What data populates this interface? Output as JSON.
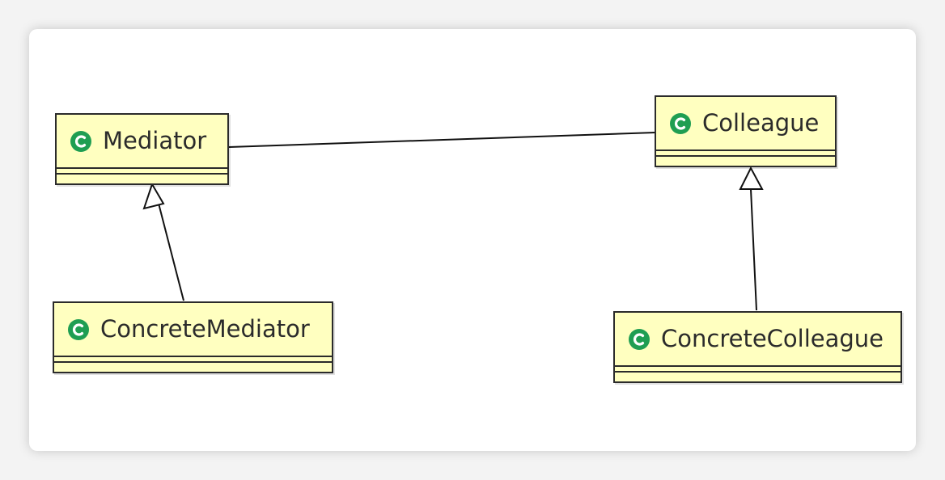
{
  "diagram": {
    "colors": {
      "class_fill": "#ffffc0",
      "class_border": "#2b2b2b",
      "icon_fill": "#1f9e52",
      "line": "#111111"
    },
    "icon_name": "class-c-icon",
    "classes": {
      "mediator": {
        "name": "Mediator"
      },
      "colleague": {
        "name": "Colleague"
      },
      "concrete_mediator": {
        "name": "ConcreteMediator"
      },
      "concrete_colleague": {
        "name": "ConcreteColleague"
      }
    },
    "relations": [
      {
        "type": "association",
        "from": "Mediator",
        "to": "Colleague"
      },
      {
        "type": "generalization",
        "from": "ConcreteMediator",
        "to": "Mediator"
      },
      {
        "type": "generalization",
        "from": "ConcreteColleague",
        "to": "Colleague"
      }
    ]
  }
}
